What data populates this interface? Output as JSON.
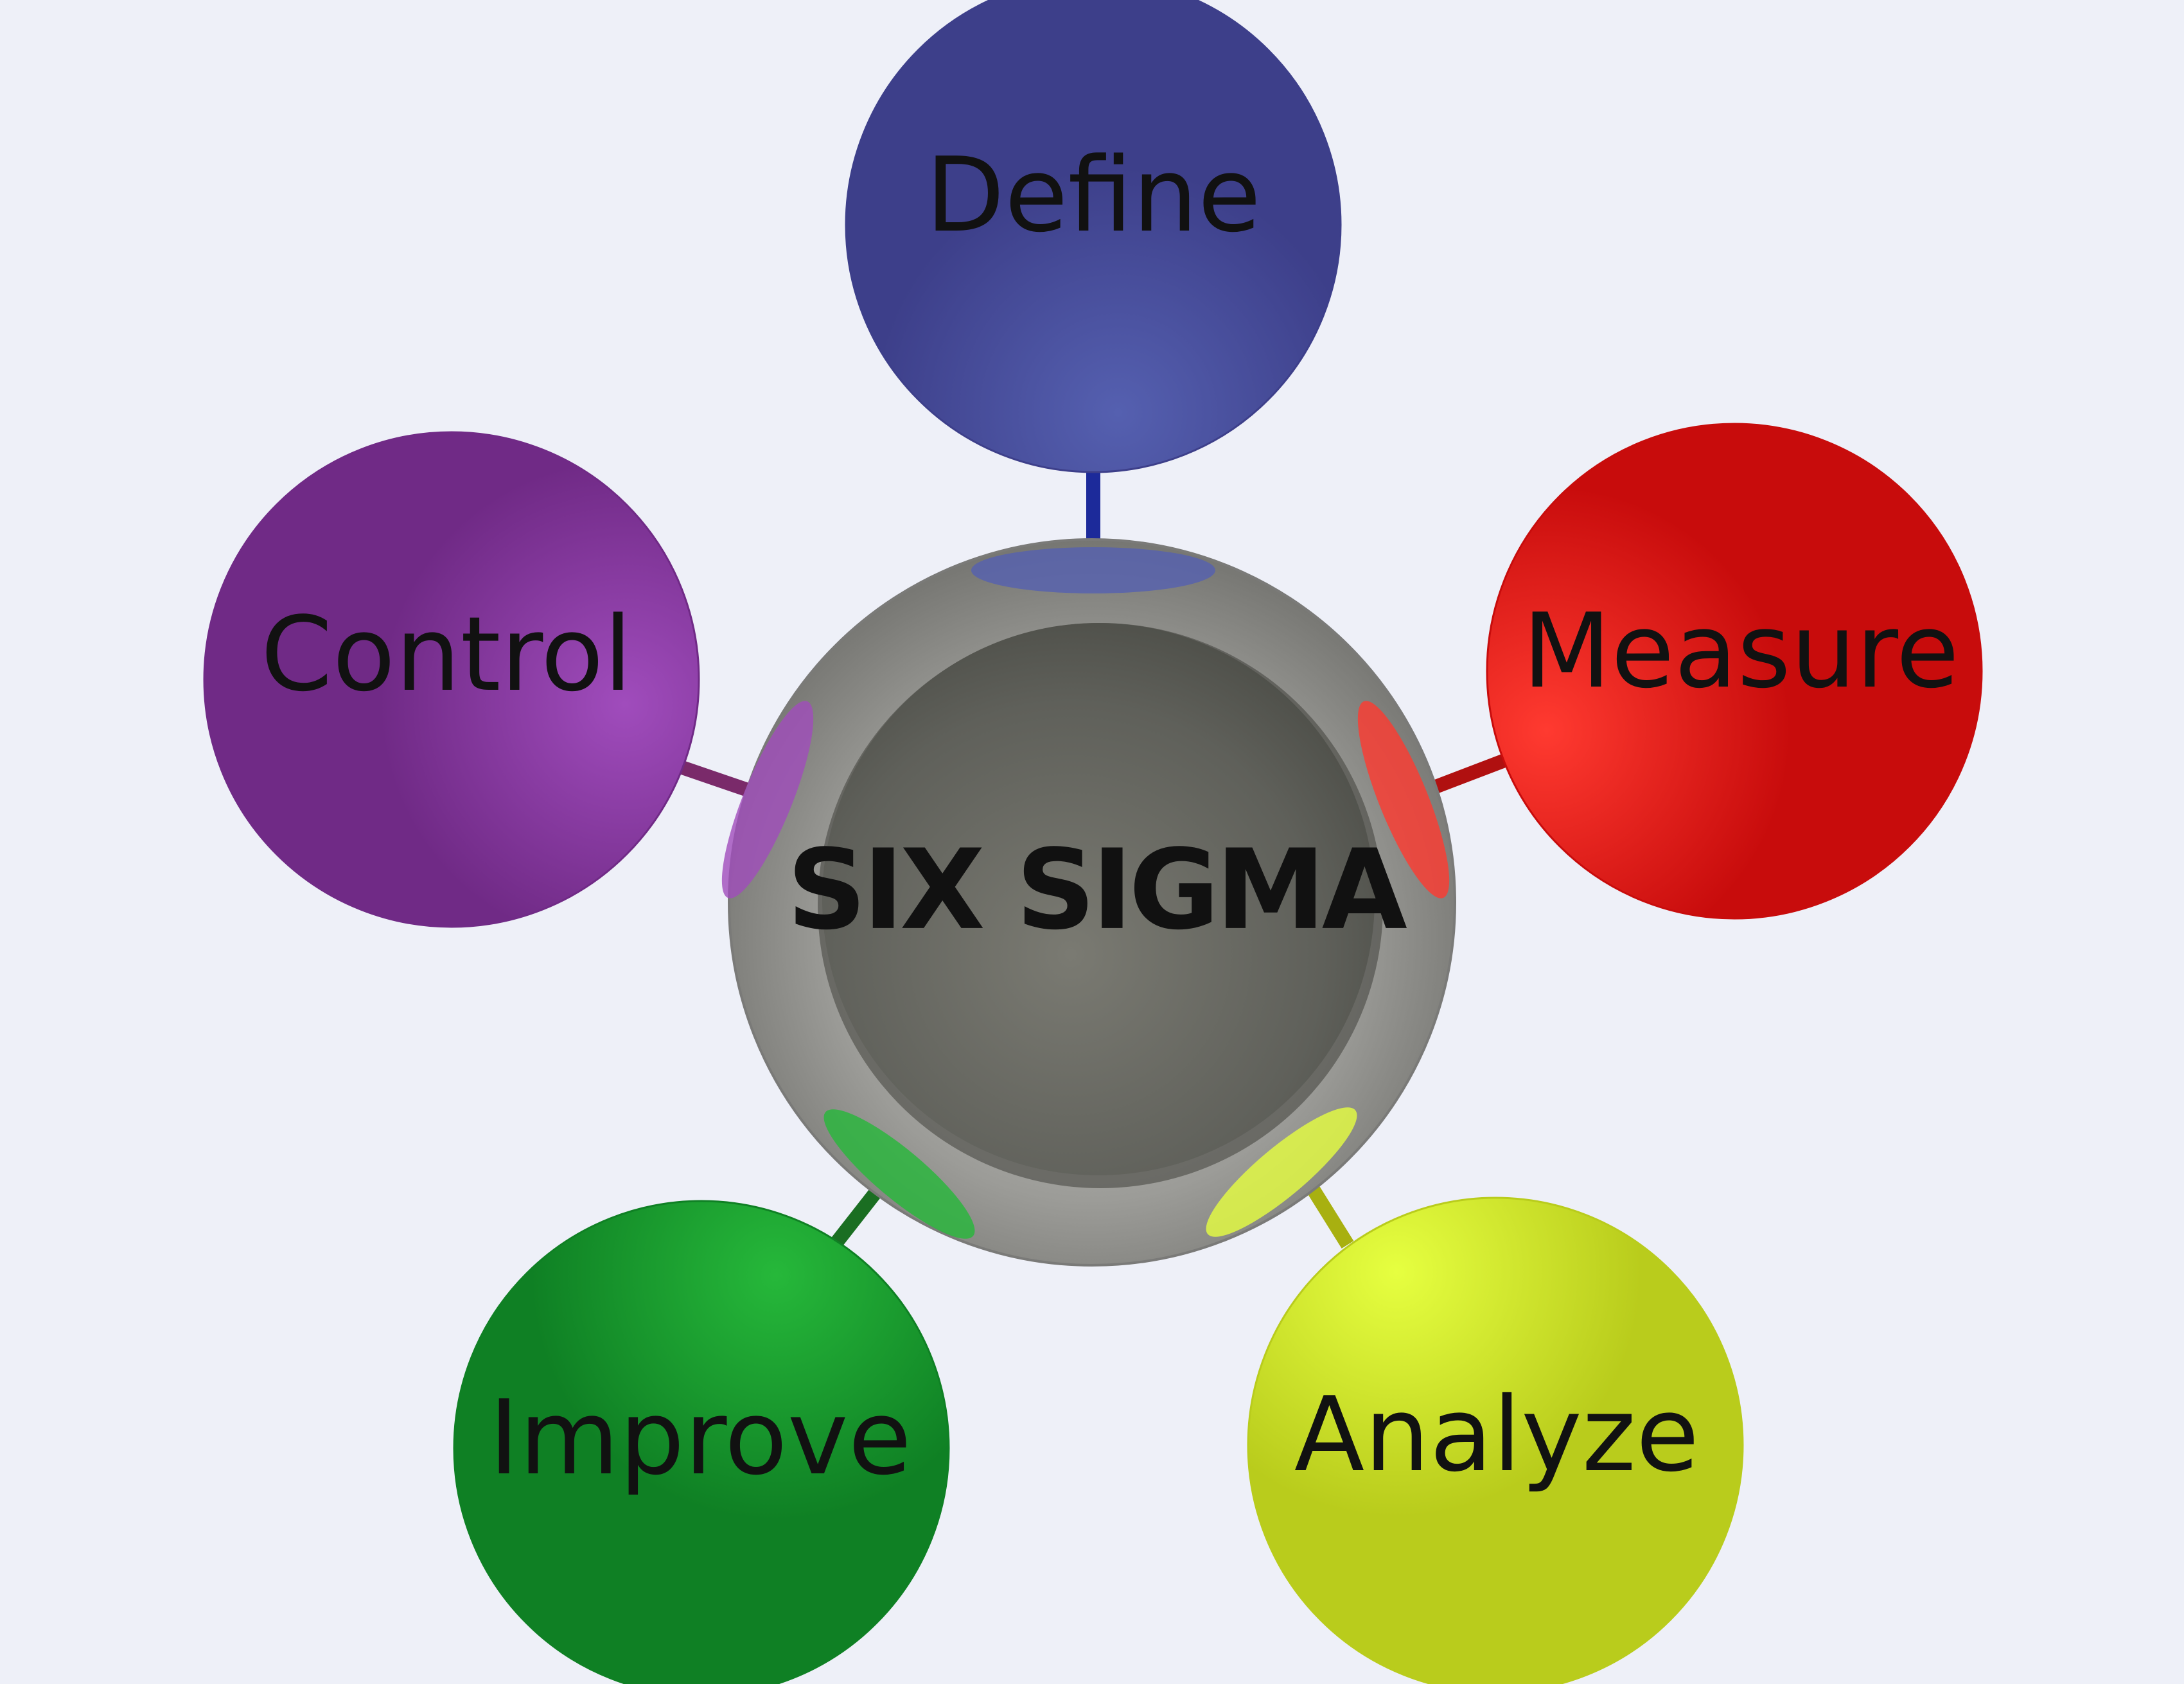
{
  "diagram": {
    "center": {
      "label": "SIX SIGMA"
    },
    "phases": [
      {
        "id": "define",
        "label": "Define",
        "color": "#3d3f8a",
        "highlight": "#5560b0",
        "connector": "#1c2a9a"
      },
      {
        "id": "measure",
        "label": "Measure",
        "color": "#c80c0c",
        "highlight": "#ff3a30",
        "connector": "#b01010"
      },
      {
        "id": "analyze",
        "label": "Analyze",
        "color": "#b9cc1c",
        "highlight": "#e6ff40",
        "connector": "#a8b010"
      },
      {
        "id": "improve",
        "label": "Improve",
        "color": "#0f8024",
        "highlight": "#26b83a",
        "connector": "#1a6e22"
      },
      {
        "id": "control",
        "label": "Control",
        "color": "#702a86",
        "highlight": "#a04cbc",
        "connector": "#7a2a6a"
      }
    ],
    "background": "#eef0f8"
  }
}
